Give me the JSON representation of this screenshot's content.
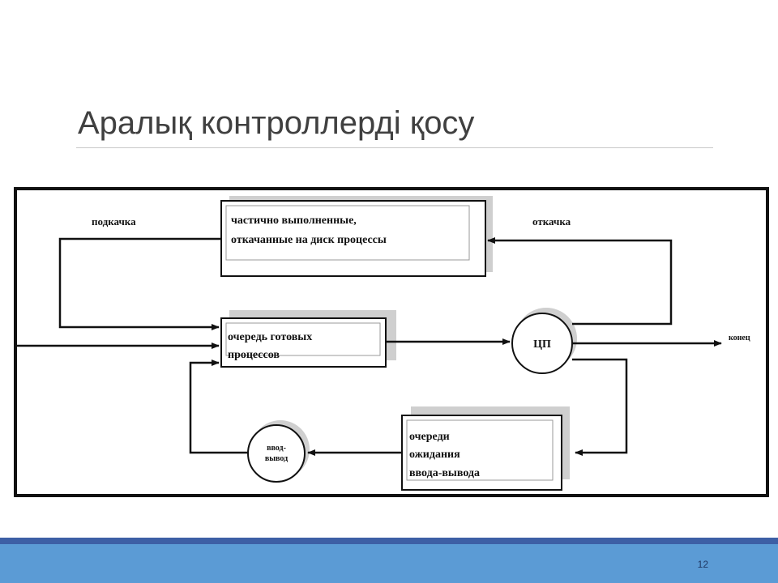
{
  "slide": {
    "title": "Аралық контроллерді қосу",
    "page_number": "12"
  },
  "diagram": {
    "labels": {
      "podkachka": "подкачка",
      "otkachka": "откачка",
      "konec": "конец"
    },
    "boxes": {
      "swapped": [
        "частично выполненные,",
        "откачанные на диск процессы"
      ],
      "ready_queue": [
        "очередь готовых",
        "процессов"
      ],
      "io_queue": [
        "очереди",
        "ожидания",
        "ввода-вывода"
      ]
    },
    "circles": {
      "cpu": "ЦП",
      "io": [
        "ввод-",
        "вывод"
      ]
    }
  },
  "colors": {
    "footer_bar": "#5b9bd5",
    "footer_strip": "#3d5fa5",
    "title_text": "#404040"
  }
}
